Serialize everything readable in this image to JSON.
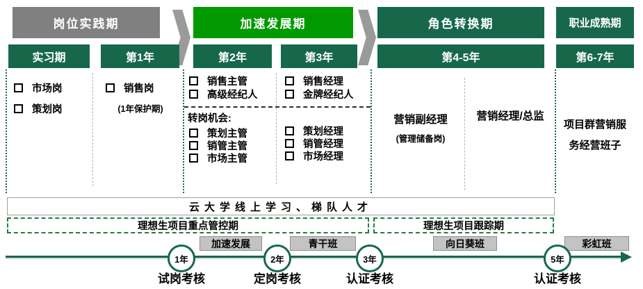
{
  "colors": {
    "dark_green": "#17684B",
    "bright_green": "#009A00",
    "gray_header": "#808080",
    "dashed_band_green": "#1e7e3e",
    "class_box_gray": "#c3c3c3"
  },
  "stages": [
    {
      "label": "岗位实践期"
    },
    {
      "label": "加速发展期"
    },
    {
      "label": "角色转换期"
    },
    {
      "label": "职业成熟期"
    }
  ],
  "periods": [
    {
      "label": "实习期"
    },
    {
      "label": "第1年"
    },
    {
      "label": "第2年"
    },
    {
      "label": "第3年"
    },
    {
      "label": "第4-5年"
    },
    {
      "label": "第6-7年"
    }
  ],
  "columns": {
    "intern": {
      "items": [
        "市场岗",
        "策划岗"
      ]
    },
    "year1": {
      "items": [
        "销售岗"
      ],
      "note": "(1年保护期)"
    },
    "year2": {
      "items": [
        "销售主管",
        "高级经纪人"
      ]
    },
    "year3": {
      "items": [
        "销售经理",
        "金牌经纪人"
      ]
    },
    "transfer": {
      "title": "转岗机会:",
      "year2_items": [
        "策划主管",
        "销管主管",
        "市场主管"
      ],
      "year3_items": [
        "策划经理",
        "销管经理",
        "市场经理"
      ]
    },
    "year45": {
      "left_title": "营销副经理",
      "left_note": "(管理储备岗)",
      "right_title": "营销经理/总监"
    },
    "year67": {
      "lines": [
        "项目群营销服",
        "务经营班子"
      ]
    }
  },
  "bands": {
    "online_learning": "云大学线上学习、梯队人才",
    "key_control": "理想生项目重点管控期",
    "tracking": "理想生项目跟踪期"
  },
  "training_classes": [
    {
      "label": "加速发展"
    },
    {
      "label": "青干班"
    },
    {
      "label": "向日葵班"
    },
    {
      "label": "彩虹班"
    }
  ],
  "timeline": {
    "milestones": [
      {
        "year": "1年",
        "label": "试岗考核"
      },
      {
        "year": "2年",
        "label": "定岗考核"
      },
      {
        "year": "3年",
        "label": "认证考核"
      },
      {
        "year": "5年",
        "label": "认证考核"
      }
    ]
  }
}
